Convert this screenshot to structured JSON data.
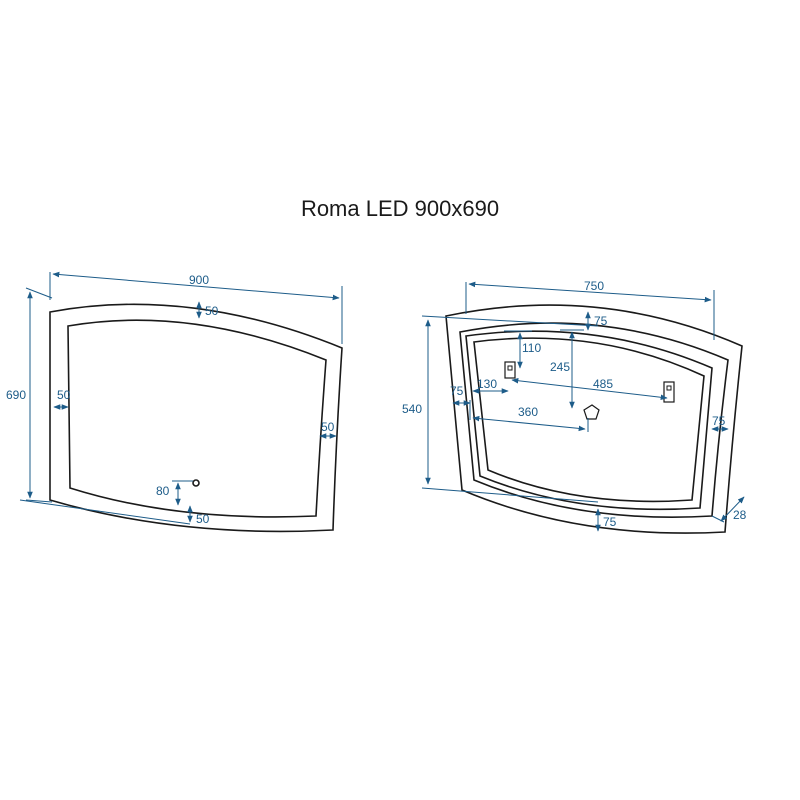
{
  "title": "Roma LED 900x690",
  "colors": {
    "dimension": "#1d5c89",
    "outline": "#1a1a1a",
    "background": "#ffffff"
  },
  "front_view": {
    "width": "900",
    "height": "690",
    "frame_top": "50",
    "frame_left": "50",
    "frame_right": "50",
    "frame_bottom": "50",
    "sensor_offset": "80"
  },
  "back_view": {
    "width": "750",
    "height": "540",
    "top_inset": "75",
    "left_inset": "75",
    "right_inset": "75",
    "bottom_inset": "75",
    "depth": "28",
    "bracket_drop": "110",
    "bracket_left": "130",
    "bracket_spacing": "485",
    "driver_drop": "245",
    "driver_offset": "360"
  }
}
